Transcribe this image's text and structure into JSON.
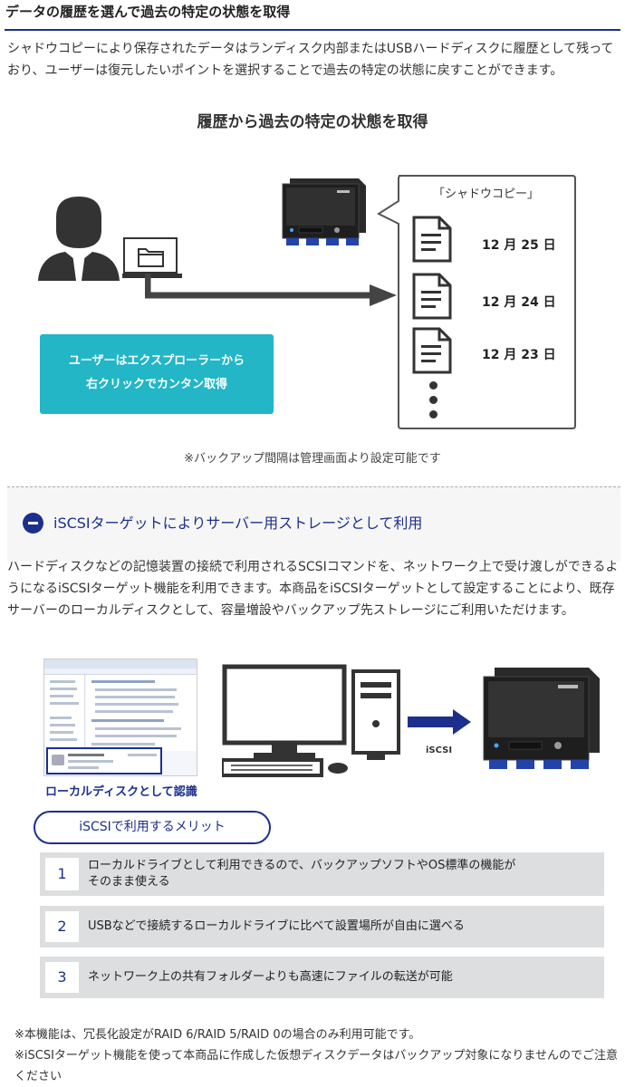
{
  "section1": {
    "heading": "データの履歴を選んで過去の特定の状態を取得",
    "paragraph": "シャドウコピーにより保存されたデータはランディスク内部またはUSBハードディスクに履歴として残っており、ユーザーは復元したいポイントを選択することで過去の特定の状態に戻すことができます。"
  },
  "figure1": {
    "title": "履歴から過去の特定の状態を取得",
    "bubble_label": "「シャドウコピー」",
    "dates": [
      "12 月 25 日",
      "12 月 24 日",
      "12 月 23 日"
    ],
    "button_line1": "ユーザーはエクスプローラーから",
    "button_line2": "右クリックでカンタン取得",
    "note": "※バックアップ間隔は管理画面より設定可能です"
  },
  "section2": {
    "heading": "iSCSIターゲットによりサーバー用ストレージとして利用",
    "paragraph": "ハードディスクなどの記憶装置の接続で利用されるSCSIコマンドを、ネットワーク上で受け渡しができるようになるiSCSIターゲット機能を利用できます。本商品をiSCSIターゲットとして設定することにより、既存サーバーのローカルディスクとして、容量増設やバックアップ先ストレージにご利用いただけます。"
  },
  "figure2": {
    "caption": "ローカルディスクとして認識",
    "connection_label": "iSCSI"
  },
  "benefits": {
    "title": "iSCSIで利用するメリット",
    "items": [
      {
        "num": "1",
        "line1": "ローカルドライブとして利用できるので、バックアップソフトやOS標準の機能が",
        "line2": "そのまま使える"
      },
      {
        "num": "2",
        "line1": "USBなどで接続するローカルドライブに比べて設置場所が自由に選べる",
        "line2": ""
      },
      {
        "num": "3",
        "line1": "ネットワーク上の共有フォルダーよりも高速にファイルの転送が可能",
        "line2": ""
      }
    ]
  },
  "notes": {
    "line1": "※本機能は、冗長化設定がRAID 6/RAID 5/RAID 0の場合のみ利用可能です。",
    "line2": "※iSCSIターゲット機能を使って本商品に作成した仮想ディスクデータはバックアップ対象になりませんのでご注意ください"
  },
  "colors": {
    "accent": "#1d2f8c",
    "teal": "#22b6c7",
    "benefit_bg": "#dcdee0"
  }
}
